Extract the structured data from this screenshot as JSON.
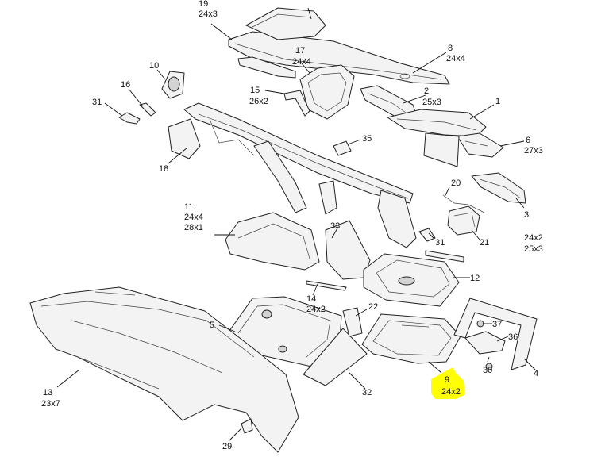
{
  "labels": [
    {
      "num": "19",
      "qty": "24x3"
    },
    {
      "num": "10",
      "qty": ""
    },
    {
      "num": "16",
      "qty": ""
    },
    {
      "num": "31",
      "qty": ""
    },
    {
      "num": "17",
      "qty": "24x4"
    },
    {
      "num": "15",
      "qty": "26x2"
    },
    {
      "num": "8",
      "qty": "24x4"
    },
    {
      "num": "2",
      "qty": "25x3"
    },
    {
      "num": "1",
      "qty": ""
    },
    {
      "num": "6",
      "qty": "27x3"
    },
    {
      "num": "35",
      "qty": ""
    },
    {
      "num": "18",
      "qty": ""
    },
    {
      "num": "20",
      "qty": ""
    },
    {
      "num": "11",
      "qty": "24x4",
      "qty2": "28x1"
    },
    {
      "num": "3",
      "qty": "24x2",
      "qty2": "25x3"
    },
    {
      "num": "33",
      "qty": ""
    },
    {
      "num": "31",
      "qty": ""
    },
    {
      "num": "21",
      "qty": ""
    },
    {
      "num": "12",
      "qty": ""
    },
    {
      "num": "14",
      "qty": "24x2"
    },
    {
      "num": "22",
      "qty": ""
    },
    {
      "num": "5",
      "qty": ""
    },
    {
      "num": "37",
      "qty": ""
    },
    {
      "num": "36",
      "qty": ""
    },
    {
      "num": "30",
      "qty": ""
    },
    {
      "num": "4",
      "qty": ""
    },
    {
      "num": "9",
      "qty": "24x2"
    },
    {
      "num": "13",
      "qty": "23x7"
    },
    {
      "num": "32",
      "qty": ""
    },
    {
      "num": "29",
      "qty": ""
    }
  ],
  "highlight_color": "#ffff00"
}
